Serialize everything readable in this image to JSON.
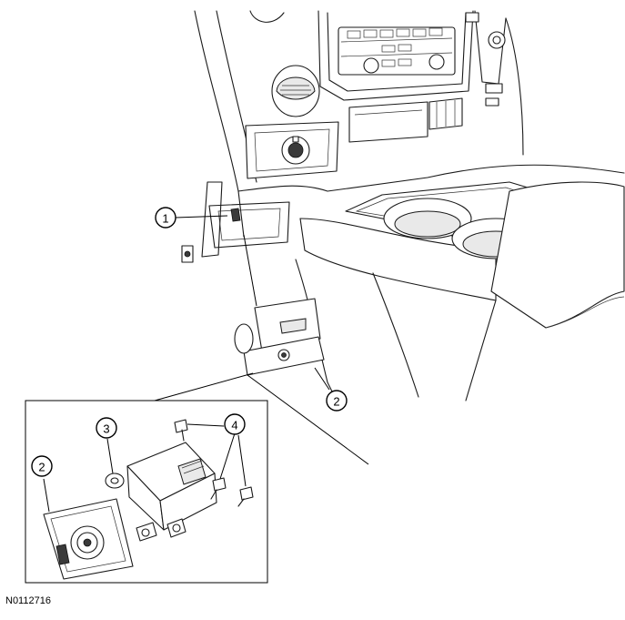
{
  "callouts": {
    "c1": "1",
    "c2_main": "2",
    "c2_inset": "2",
    "c3": "3",
    "c4": "4"
  },
  "figure_id": "N0112716"
}
